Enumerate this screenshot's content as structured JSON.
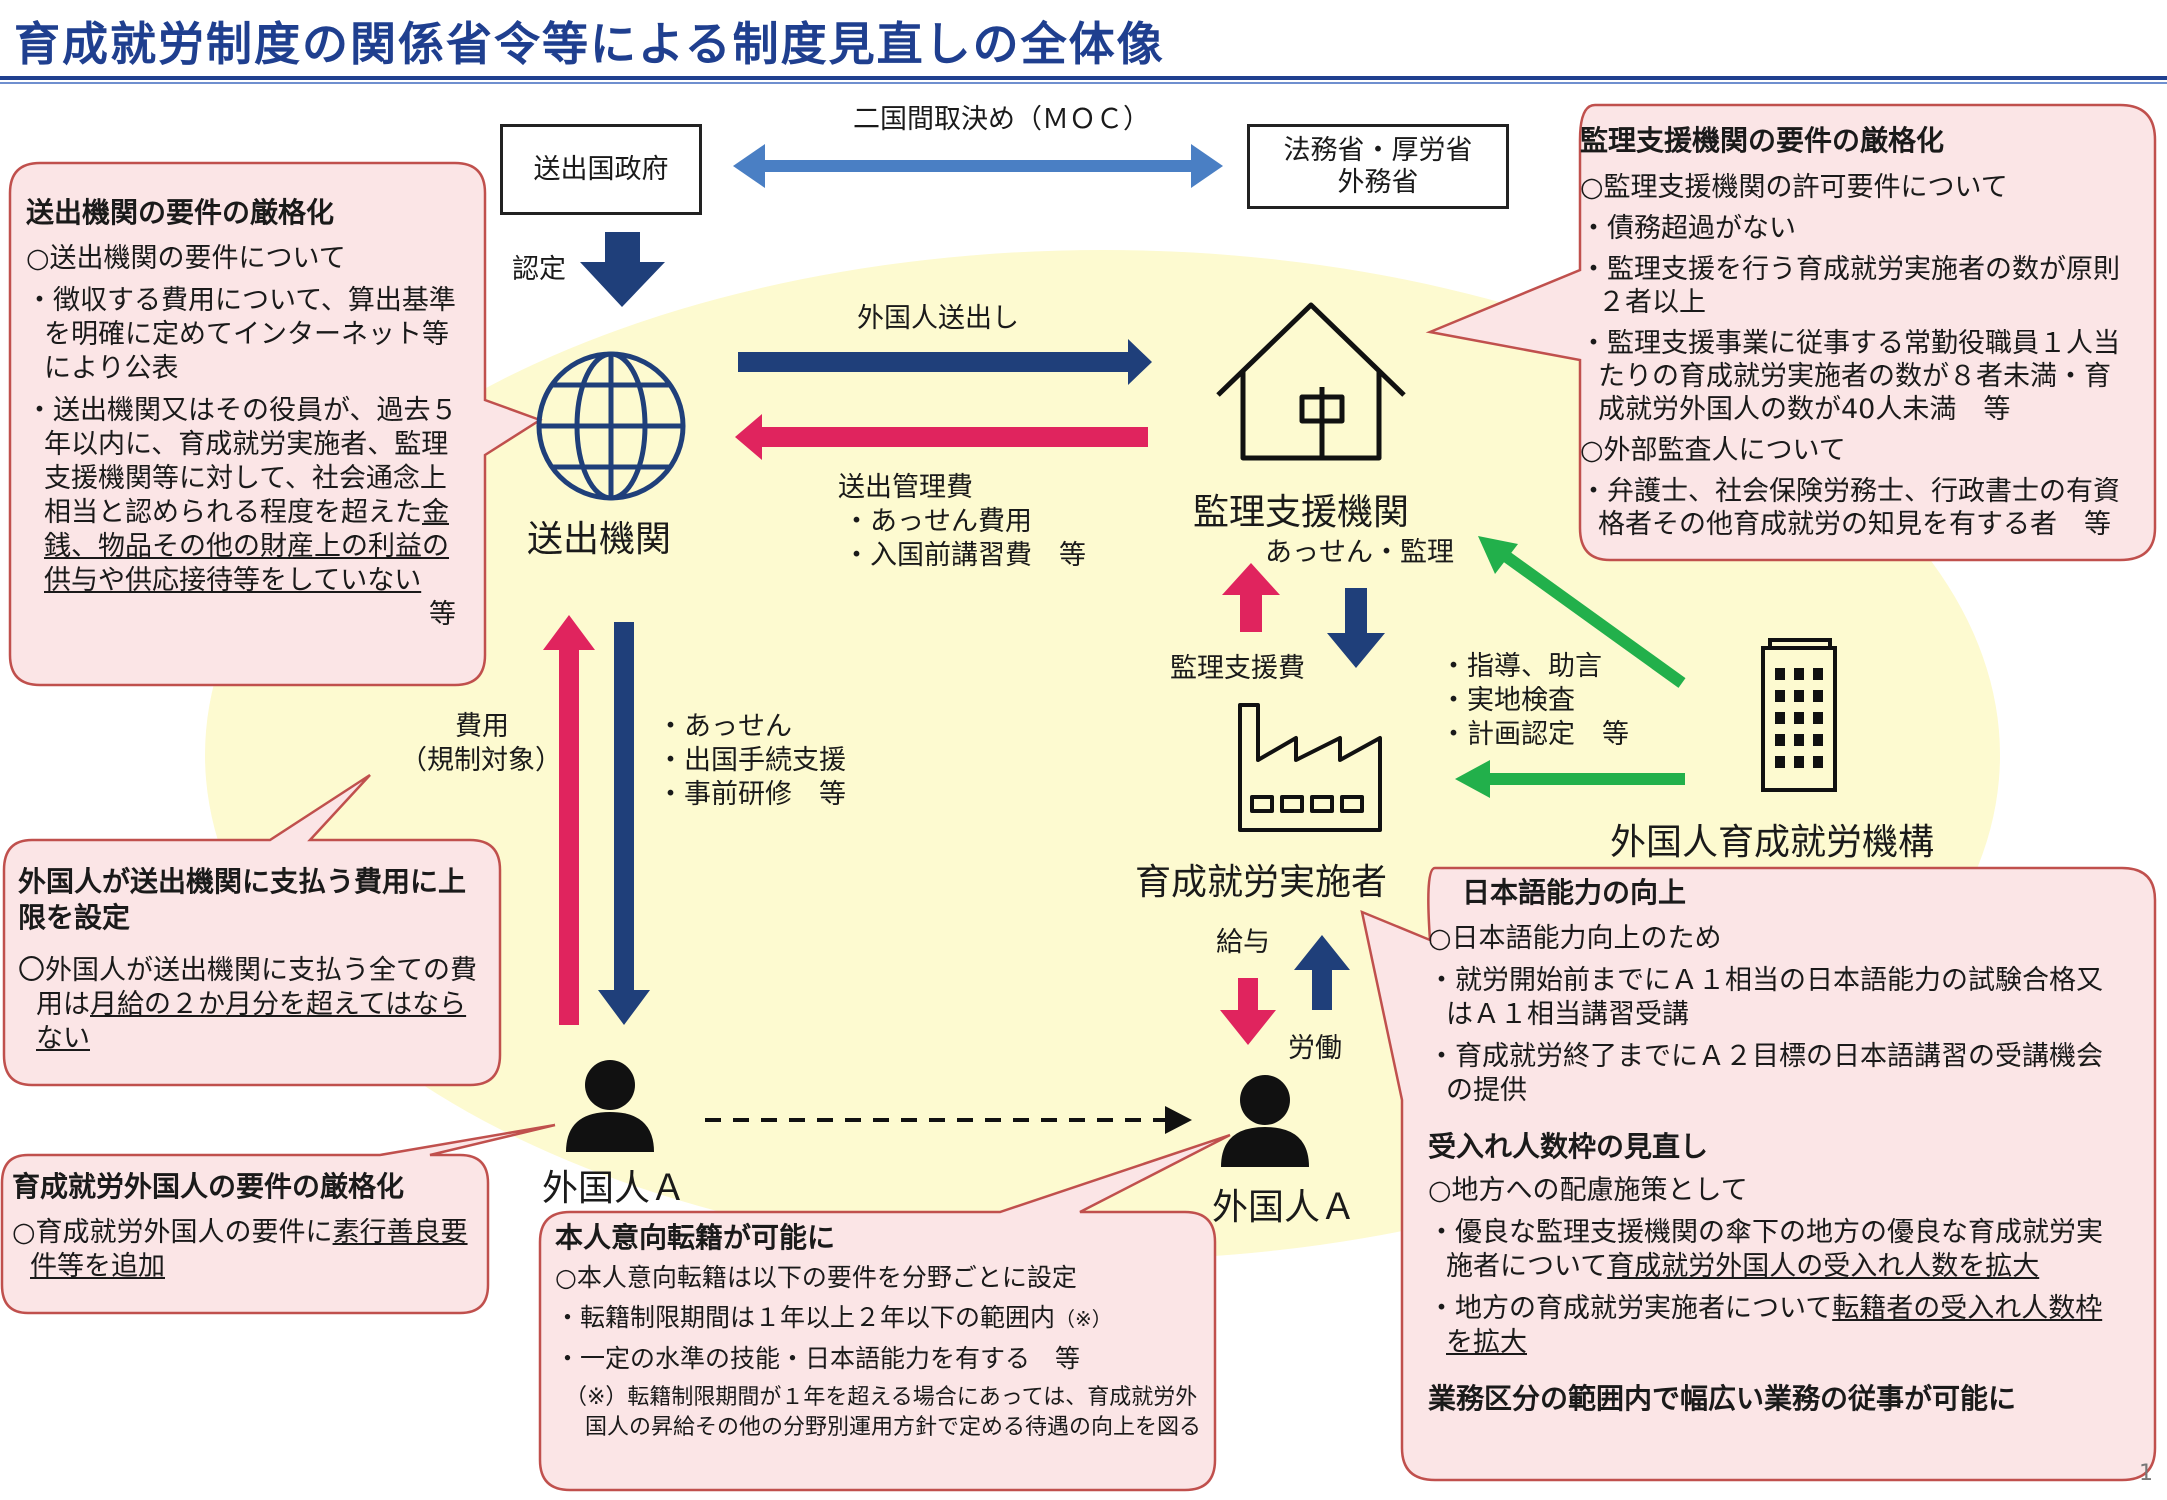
{
  "title": "育成就労制度の関係省令等による制度見直しの全体像",
  "page_number": "1",
  "colors": {
    "title": "#1f3f8f",
    "navy_arrow": "#1f3f7a",
    "red_arrow": "#e0245e",
    "green_arrow": "#22b04b",
    "callout_fill": "#fbe5e6",
    "callout_border": "#c0504d",
    "ellipse": "#fdfad0"
  },
  "top": {
    "sending_gov": "送出国政府",
    "ministries_line1": "法務省・厚労省",
    "ministries_line2": "外務省",
    "moc": "二国間取決め（ＭＯＣ）",
    "nintei": "認定"
  },
  "nodes": {
    "sending_org": "送出機関",
    "supervisor": "監理支援機関",
    "implementer": "育成就労実施者",
    "agency": "外国人育成就労機構",
    "foreigner_a_left": "外国人Ａ",
    "foreigner_a_right": "外国人Ａ"
  },
  "flows": {
    "send_out": "外国人送出し",
    "mgmt_fee": "送出管理費",
    "mgmt_fee_items": [
      "・あっせん費用",
      "・入国前講習費　等"
    ],
    "assen_kanri": "あっせん・監理",
    "kanri_fee": "監理支援費",
    "guidance": [
      "・指導、助言",
      "・実地検査",
      "・計画認定　等"
    ],
    "cost_line1": "費用",
    "cost_line2": "（規制対象）",
    "support": [
      "・あっせん",
      "・出国手続支援",
      "・事前研修　等"
    ],
    "salary": "給与",
    "labor": "労働"
  },
  "callouts": {
    "sending_req": {
      "heading": "送出機関の要件の厳格化",
      "sub": "○送出機関の要件について",
      "b1": "・徴収する費用について、算出基準を明確に定めてインターネット等により公表",
      "b2a": "・送出機関又はその役員が、過去５年以内に、育成就労実施者、監理支援機関等に対して、社会通念上相当と認められる程度を超えた",
      "b2u": "金銭、物品その他の財産上の利益の供与や供応接待等をしていない",
      "b2end": "等"
    },
    "fee_cap": {
      "heading": "外国人が送出機関に支払う費用に上限を設定",
      "text_a": "〇外国人が送出機関に支払う全ての費用は",
      "text_u": "月給の２か月分を超えてはならない"
    },
    "worker_req": {
      "heading": "育成就労外国人の要件の厳格化",
      "text_a": "○育成就労外国人の要件に",
      "text_u": "素行善良要件等を追加"
    },
    "transfer": {
      "heading": "本人意向転籍が可能に",
      "sub": "○本人意向転籍は以下の要件を分野ごとに設定",
      "b1": "・転籍制限期間は１年以上２年以下の範囲内",
      "b1note": "（※）",
      "b2": "・一定の水準の技能・日本語能力を有する　等",
      "note": "（※）転籍制限期間が１年を超える場合にあっては、育成就労外国人の昇給その他の分野別運用方針で定める待遇の向上を図る"
    },
    "supervisor_req": {
      "heading": "監理支援機関の要件の厳格化",
      "sub1": "○監理支援機関の許可要件について",
      "b1": "・債務超過がない",
      "b2": "・監理支援を行う育成就労実施者の数が原則２者以上",
      "b3": "・監理支援事業に従事する常勤役職員１人当たりの育成就労実施者の数が８者未満・育成就労外国人の数が40人未満　等",
      "sub2": "○外部監査人について",
      "b4": "・弁護士、社会保険労務士、行政書士の有資格者その他育成就労の知見を有する者　等"
    },
    "japanese": {
      "heading": "日本語能力の向上",
      "sub": "○日本語能力向上のため",
      "b1": "・就労開始前までにＡ１相当の日本語能力の試験合格又はＡ１相当講習受講",
      "b2": "・育成就労終了までにＡ２目標の日本語講習の受講機会の提供",
      "heading2": "受入れ人数枠の見直し",
      "sub2": "○地方への配慮施策として",
      "b3a": "・優良な監理支援機関の傘下の地方の優良な育成就労実施者について",
      "b3u": "育成就労外国人の受入れ人数を拡大",
      "b4a": "・地方の育成就労実施者について",
      "b4u": "転籍者の受入れ人数枠を拡大",
      "heading3": "業務区分の範囲内で幅広い業務の従事が可能に"
    }
  }
}
